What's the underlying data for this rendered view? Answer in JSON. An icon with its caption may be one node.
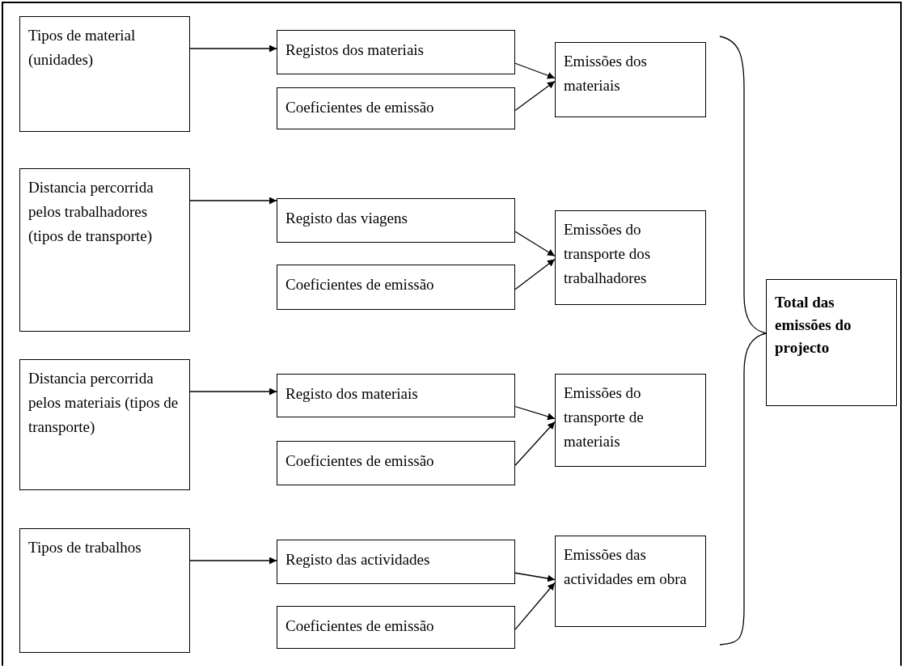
{
  "diagram": {
    "nodes": [
      {
        "text": [
          "Tipos de material (unidades)"
        ]
      },
      {
        "text": [
          "Registos dos materiais"
        ]
      },
      {
        "text": [
          "Coeficientes de emissão"
        ]
      },
      {
        "text": [
          "Emissões dos materiais"
        ]
      },
      {
        "text": [
          "Distancia percorrida pelos trabalhadores (tipos de transporte)"
        ]
      },
      {
        "text": [
          "Registo das viagens"
        ]
      },
      {
        "text": [
          "Coeficientes de emissão"
        ]
      },
      {
        "text": [
          "Emissões do transporte dos trabalhadores"
        ]
      },
      {
        "text": [
          "Distancia percorrida pelos materiais (tipos de transporte)"
        ]
      },
      {
        "text": [
          "Registo dos materiais"
        ]
      },
      {
        "text": [
          "Coeficientes de emissão"
        ]
      },
      {
        "text": [
          "Emissões do transporte de materiais"
        ]
      },
      {
        "text": [
          "Tipos de trabalhos"
        ]
      },
      {
        "text": [
          "Registo das actividades"
        ]
      },
      {
        "text": [
          "Coeficientes de emissão"
        ]
      },
      {
        "text": [
          "Emissões das actividades em obra"
        ]
      },
      {
        "text": [
          "Total das emissões do projecto"
        ]
      }
    ],
    "edges": [
      {
        "from": 0,
        "to": 1,
        "arrow": "to"
      },
      {
        "from": 1,
        "to": 3,
        "arrow": "to"
      },
      {
        "from": 2,
        "to": 3,
        "arrow": "to"
      },
      {
        "from": 4,
        "to": 5,
        "arrow": "to"
      },
      {
        "from": 5,
        "to": 7,
        "arrow": "to"
      },
      {
        "from": 6,
        "to": 7,
        "arrow": "to"
      },
      {
        "from": 8,
        "to": 9,
        "arrow": "to"
      },
      {
        "from": 9,
        "to": 11,
        "arrow": "to"
      },
      {
        "from": 10,
        "to": 11,
        "arrow": "to"
      },
      {
        "from": 12,
        "to": 13,
        "arrow": "to"
      },
      {
        "from": 13,
        "to": 15,
        "arrow": "to"
      },
      {
        "from": 14,
        "to": 15,
        "arrow": "to"
      }
    ]
  }
}
